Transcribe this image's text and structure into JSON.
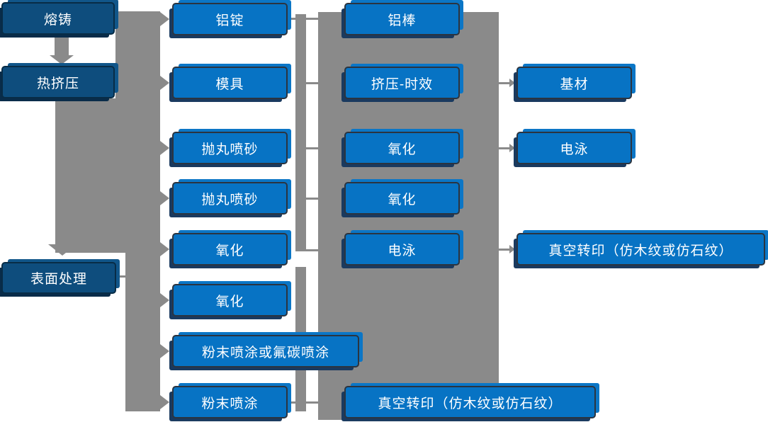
{
  "diagram_type": "process-flowchart",
  "colors": {
    "node_blue": "#0773c4",
    "node_navy": "#0e4d7d",
    "node_border": "#2b3440",
    "node_shadow_navy": "#1a3a5f",
    "connector_gray": "#8a8a8a",
    "text": "#ffffff",
    "background": "#ffffff"
  },
  "columns": {
    "stages": [
      {
        "label": "熔铸"
      },
      {
        "label": "热挤压"
      },
      {
        "label": "表面处理"
      }
    ],
    "process1": [
      {
        "label": "铝锭"
      },
      {
        "label": "模具"
      },
      {
        "label": "抛丸喷砂"
      },
      {
        "label": "抛丸喷砂"
      },
      {
        "label": "氧化"
      },
      {
        "label": "氧化"
      },
      {
        "label": "粉末喷涂或氟碳喷涂"
      },
      {
        "label": "粉末喷涂"
      }
    ],
    "process2": [
      {
        "label": "铝棒"
      },
      {
        "label": "挤压-时效"
      },
      {
        "label": "氧化"
      },
      {
        "label": "氧化"
      },
      {
        "label": "电泳"
      },
      {
        "label": "真空转印（仿木纹或仿石纹）"
      }
    ],
    "outputs": [
      {
        "label": "基材"
      },
      {
        "label": "电泳"
      },
      {
        "label": "真空转印（仿木纹或仿石纹）"
      }
    ]
  }
}
